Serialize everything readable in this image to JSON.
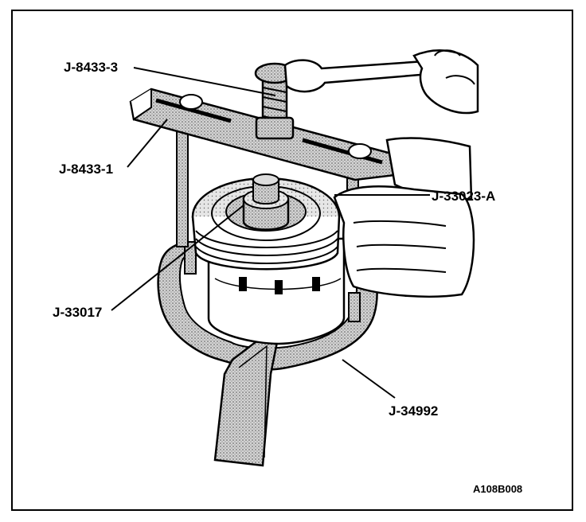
{
  "figure": {
    "figure_id": "A108B008"
  },
  "callouts": [
    {
      "id": "J-8433-3"
    },
    {
      "id": "J-8433-1"
    },
    {
      "id": "J-33023-A"
    },
    {
      "id": "J-33017"
    },
    {
      "id": "J-34992"
    }
  ],
  "colors": {
    "ink": "#000000",
    "paper": "#ffffff",
    "stipple": "#bdbdbd"
  },
  "icons": {
    "wrench": "wrench-icon",
    "hand": "hand-icon"
  }
}
